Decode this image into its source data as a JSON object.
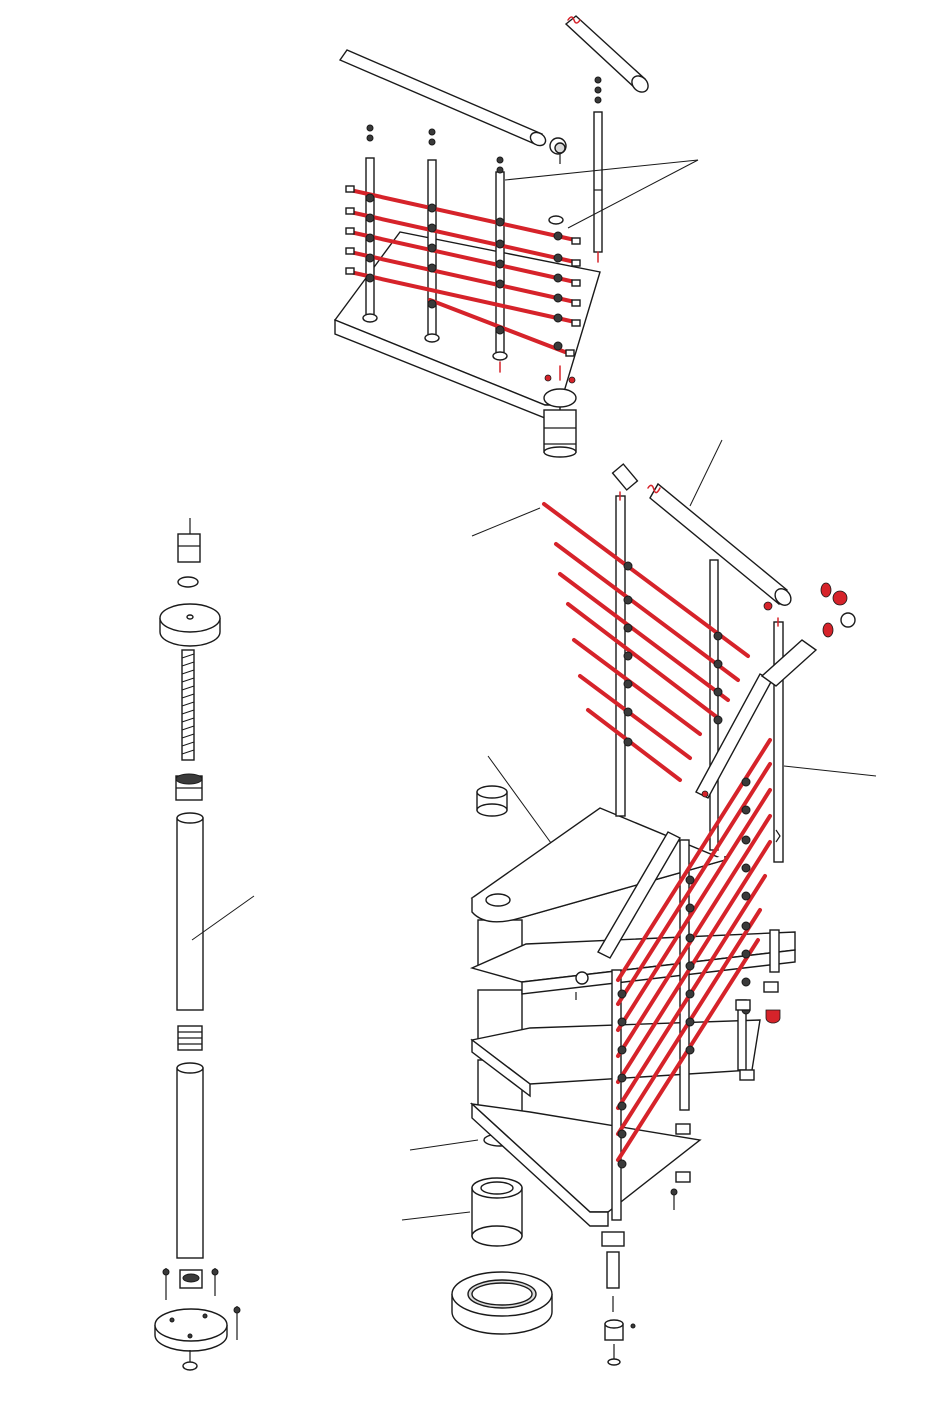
{
  "diagram": {
    "description_text": "",
    "accent_color": "#d6232a",
    "ink_color": "#1a1a1a",
    "groups": [
      {
        "id": "upper-railing-assembly",
        "icon": "railing-icon"
      },
      {
        "id": "central-column-assembly",
        "icon": "column-icon"
      },
      {
        "id": "lower-stair-assembly",
        "icon": "stair-icon"
      }
    ]
  }
}
